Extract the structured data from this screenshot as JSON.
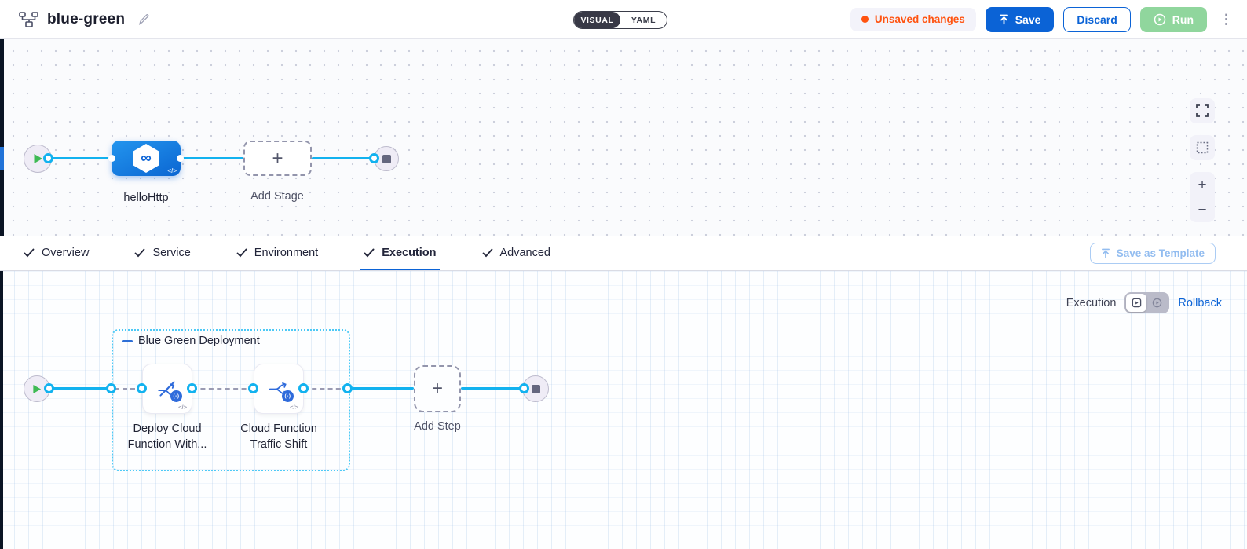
{
  "header": {
    "title": "blue-green",
    "mode_visual": "VISUAL",
    "mode_yaml": "YAML",
    "unsaved_changes": "Unsaved changes",
    "save_label": "Save",
    "discard_label": "Discard",
    "run_label": "Run"
  },
  "stage_canvas": {
    "stage_name": "helloHttp",
    "add_stage_label": "Add Stage"
  },
  "tabs": [
    {
      "label": "Overview",
      "checked": true,
      "active": false
    },
    {
      "label": "Service",
      "checked": true,
      "active": false
    },
    {
      "label": "Environment",
      "checked": true,
      "active": false
    },
    {
      "label": "Execution",
      "checked": true,
      "active": true
    },
    {
      "label": "Advanced",
      "checked": true,
      "active": false
    }
  ],
  "save_as_template_label": "Save as Template",
  "execution_toolbar": {
    "execution_label": "Execution",
    "rollback_label": "Rollback"
  },
  "execution_canvas": {
    "group_title": "Blue Green Deployment",
    "steps": [
      {
        "line1": "Deploy Cloud",
        "line2": "Function With..."
      },
      {
        "line1": "Cloud Function",
        "line2": "Traffic Shift"
      }
    ],
    "add_step_label": "Add Step"
  },
  "glyphs": {
    "plus": "+",
    "minus": "−",
    "infinity": "∞",
    "code": "</>",
    "badge": "(-)",
    "kebab": "⋮"
  },
  "colors": {
    "accent_blue": "#0b63d6",
    "connector_cyan": "#12b2ef",
    "unsaved_orange": "#ff5310",
    "run_green": "#90d69d",
    "canvas_dark_strip": "#0a1424"
  }
}
